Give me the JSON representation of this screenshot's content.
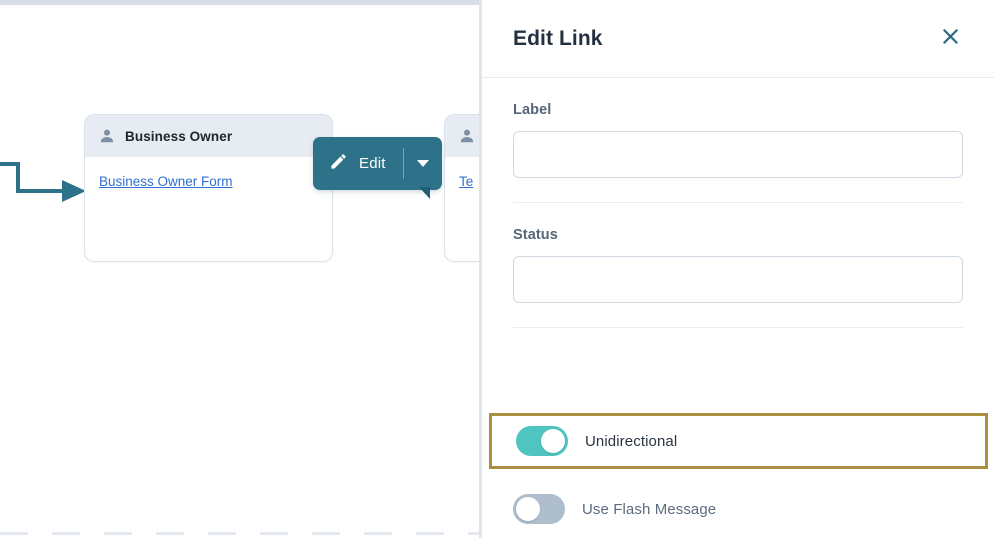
{
  "canvas": {
    "nodes": [
      {
        "icon": "person-icon",
        "title": "Business Owner",
        "link": "Business Owner Form"
      },
      {
        "icon": "person-icon",
        "title": "",
        "link": "Te"
      }
    ],
    "edit_popover": {
      "icon": "pencil-icon",
      "label": "Edit",
      "caret_icon": "chevron-down-icon",
      "background_color": "#2e7289"
    },
    "connector": {
      "color": "#2e7289",
      "arrow_icon": "arrow-right-icon"
    }
  },
  "panel": {
    "title": "Edit Link",
    "close_icon": "close-icon",
    "fields": [
      {
        "label": "Label",
        "value": "",
        "placeholder": ""
      },
      {
        "label": "Status",
        "value": "",
        "placeholder": ""
      }
    ],
    "toggles": [
      {
        "label": "Unidirectional",
        "state": "on",
        "highlighted": true,
        "on_color": "#4ec5c1",
        "highlight_color": "#a8903f"
      },
      {
        "label": "Use Flash Message",
        "state": "off",
        "highlighted": false,
        "off_color": "#aebecd"
      }
    ]
  }
}
